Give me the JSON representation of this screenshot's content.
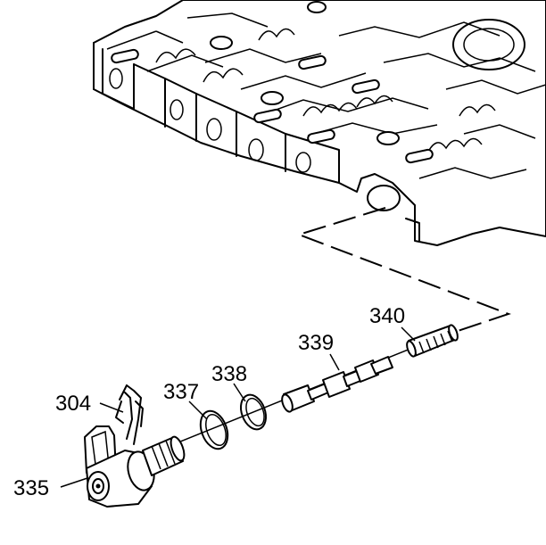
{
  "callouts": {
    "c304": "304",
    "c335": "335",
    "c337": "337",
    "c338": "338",
    "c339": "339",
    "c340": "340"
  },
  "colors": {
    "line": "#000000",
    "background": "#ffffff"
  }
}
